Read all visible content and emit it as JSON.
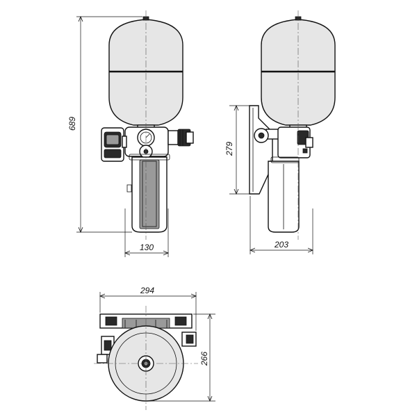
{
  "dimensions": {
    "total_height": "689",
    "front_width": "130",
    "mount_height": "279",
    "side_depth": "203",
    "top_width": "294",
    "top_depth": "266"
  }
}
